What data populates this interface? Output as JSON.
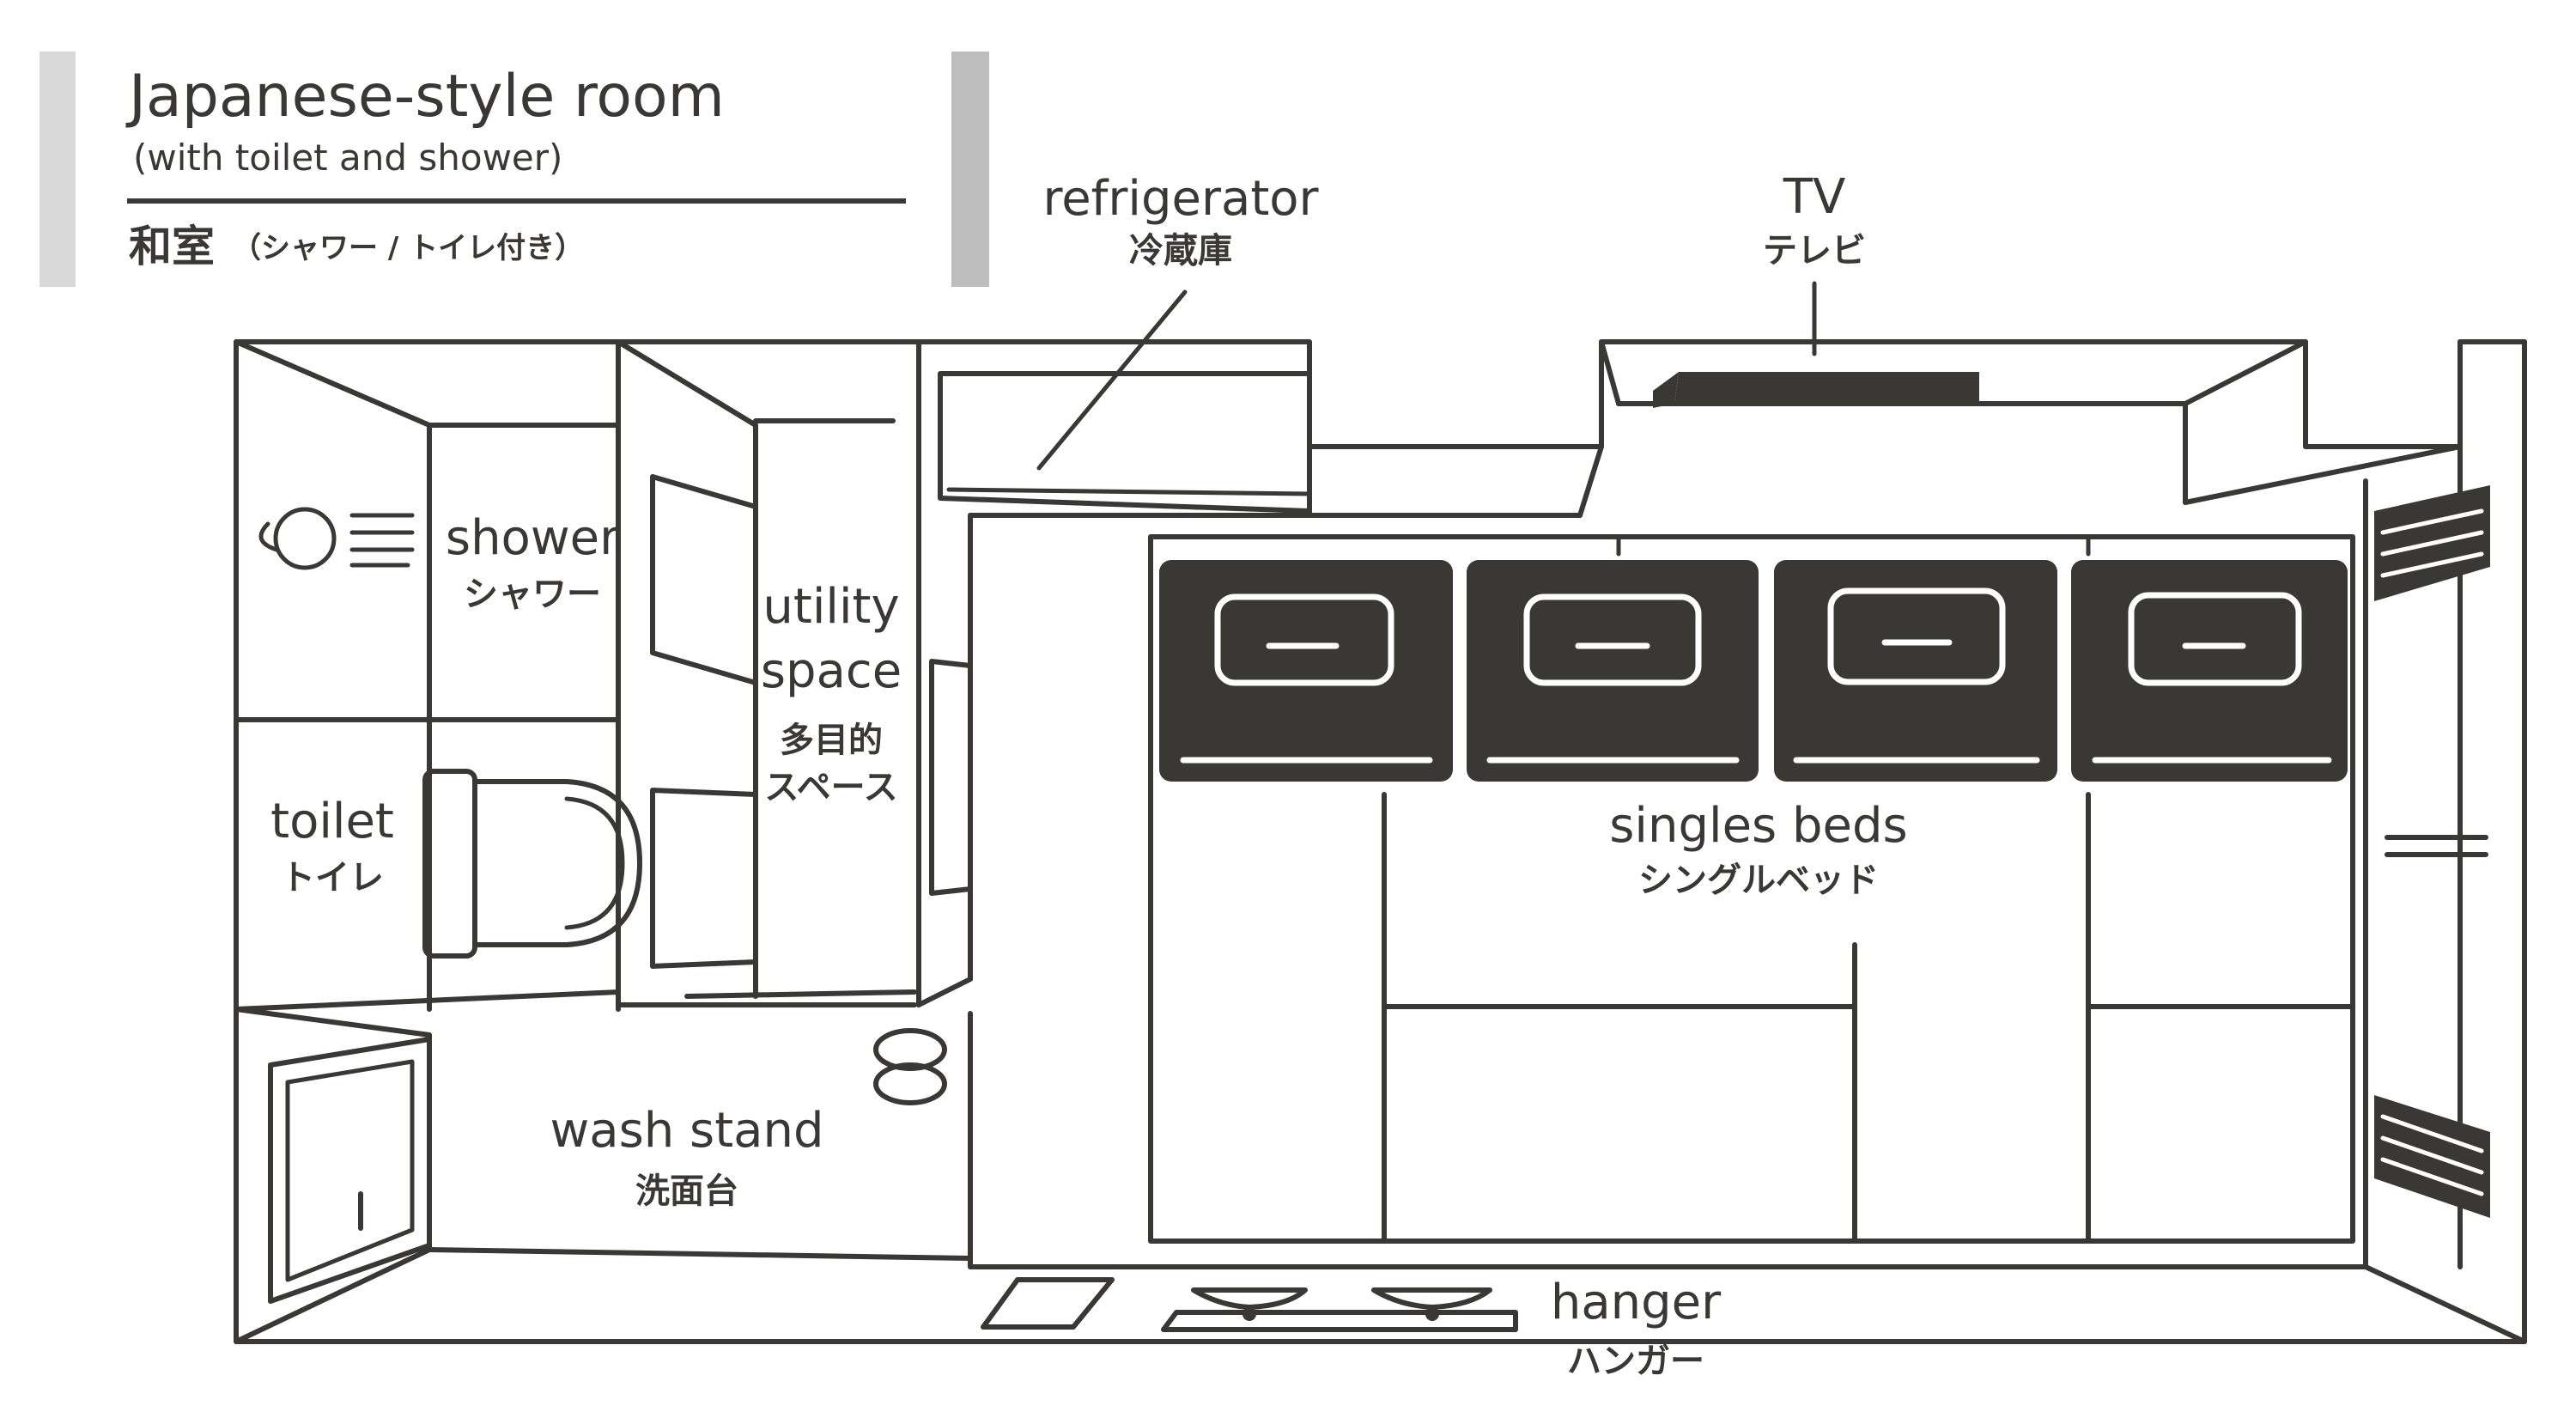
{
  "title": {
    "en": "Japanese-style room",
    "en_sub": "(with toilet and shower)",
    "jp": "和室",
    "jp_sub": "（シャワー / トイレ付き）"
  },
  "labels": {
    "refrigerator": {
      "en": "refrigerator",
      "jp": "冷蔵庫"
    },
    "tv": {
      "en": "TV",
      "jp": "テレビ"
    },
    "shower": {
      "en": "shower",
      "jp": "シャワー"
    },
    "utility_space": {
      "en_line1": "utility",
      "en_line2": "space",
      "jp_line1": "多目的",
      "jp_line2": "スペース"
    },
    "toilet": {
      "en": "toilet",
      "jp": "トイレ"
    },
    "singles_beds": {
      "en": "singles beds",
      "jp": "シングルベッド"
    },
    "wash_stand": {
      "en": "wash stand",
      "jp": "洗面台"
    },
    "hanger": {
      "en": "hanger",
      "jp": "ハンガー"
    }
  },
  "colors": {
    "ink": "#3a3835",
    "title_bar": "#d9d9d9",
    "title_bar_dark": "#bdbdbd",
    "background": "#ffffff"
  }
}
